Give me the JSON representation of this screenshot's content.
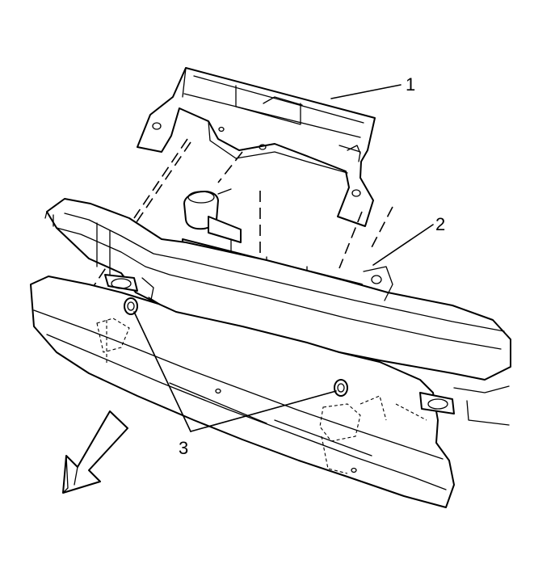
{
  "callouts": [
    {
      "id": "1",
      "label": "1"
    },
    {
      "id": "2",
      "label": "2"
    },
    {
      "id": "3",
      "label": "3"
    }
  ],
  "colors": {
    "line": "#000000",
    "background": "#ffffff"
  },
  "icons": {
    "direction_arrow": "front-direction-arrow-icon"
  }
}
